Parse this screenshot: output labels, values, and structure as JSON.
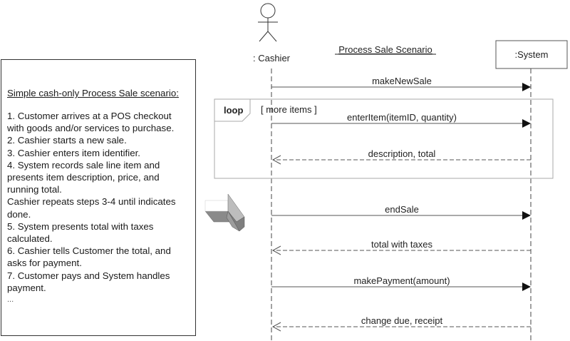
{
  "scenario": {
    "title": "Simple cash-only Process Sale scenario:",
    "lines": [
      "1. Customer arrives at a POS checkout",
      "with goods and/or services to purchase.",
      "2. Cashier starts a new sale.",
      "3. Cashier enters item identifier.",
      "4. System records sale line item and",
      "presents item description, price, and",
      "running total.",
      "Cashier repeats steps 3-4 until indicates",
      "done.",
      "5. System presents total with taxes",
      "calculated.",
      "6. Cashier tells Customer the total, and",
      "asks for payment.",
      "7. Customer pays and System handles",
      "payment."
    ],
    "ellipsis": "..."
  },
  "diagram": {
    "title": "Process Sale Scenario",
    "actor_label": ": Cashier",
    "system_label": ":System",
    "loop": {
      "operator": "loop",
      "guard": "[ more items ]"
    },
    "messages": [
      {
        "label": "makeNewSale",
        "kind": "sync"
      },
      {
        "label": "enterItem(itemID, quantity)",
        "kind": "sync"
      },
      {
        "label": "description, total",
        "kind": "return"
      },
      {
        "label": "endSale",
        "kind": "sync"
      },
      {
        "label": "total with taxes",
        "kind": "return"
      },
      {
        "label": "makePayment(amount)",
        "kind": "sync"
      },
      {
        "label": "change due, receipt",
        "kind": "return"
      }
    ],
    "transition_arrow_icon": "3d-right-arrow-icon"
  }
}
